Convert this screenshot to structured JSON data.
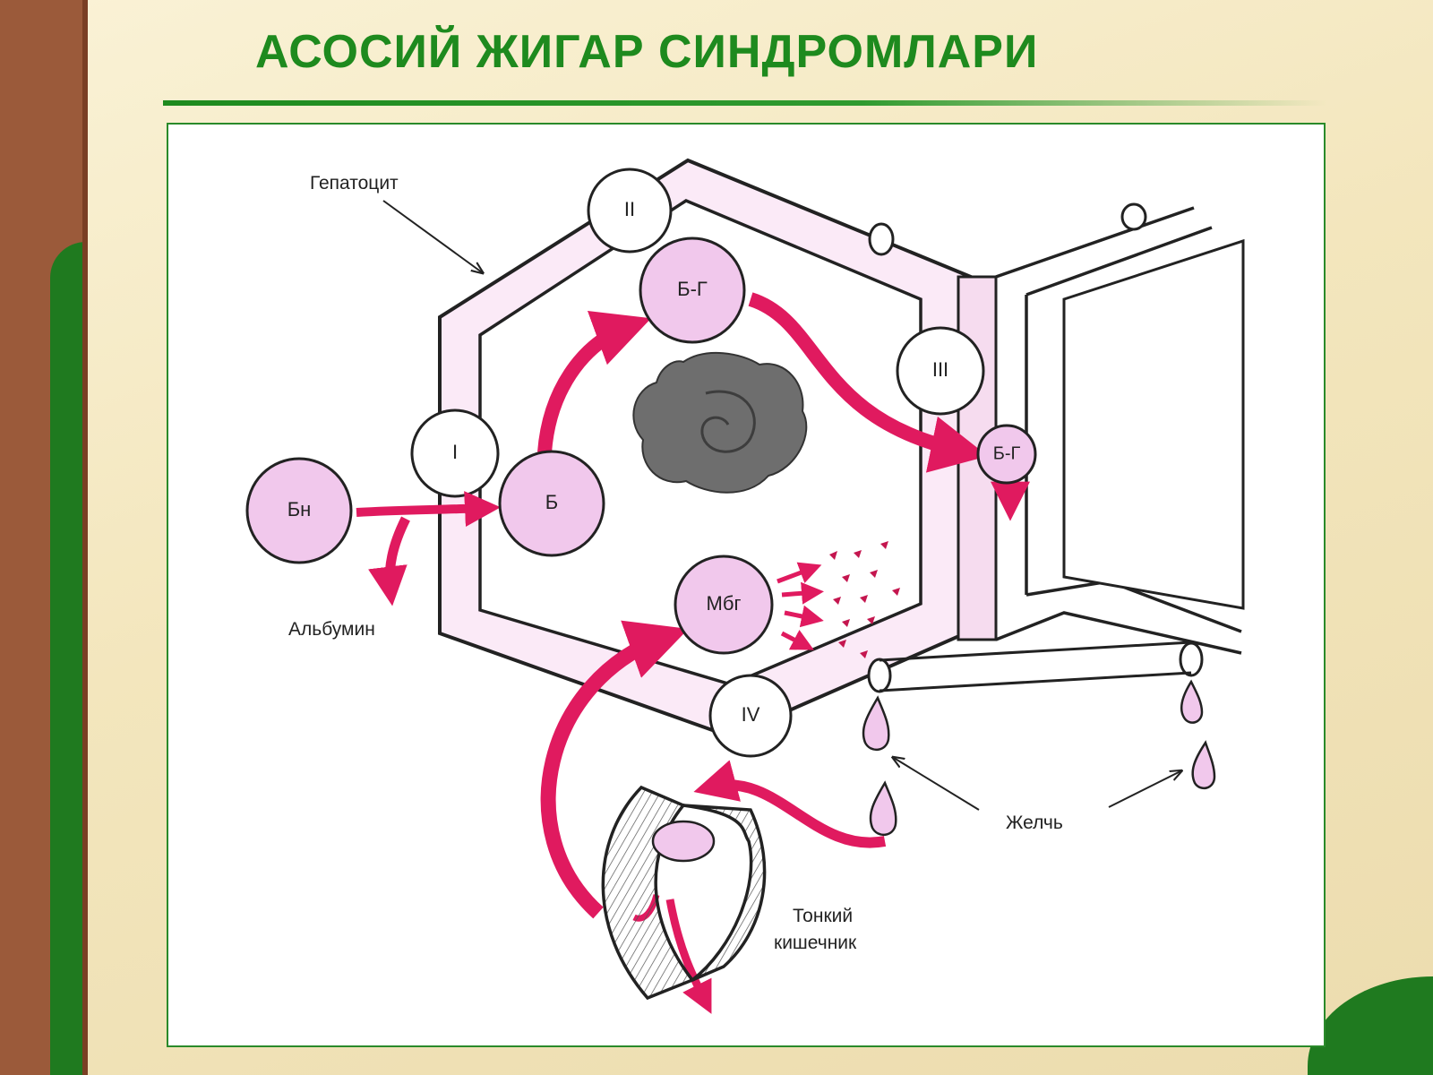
{
  "slide": {
    "title": "АСОСИЙ ЖИГАР СИНДРОМЛАРИ"
  },
  "diagram": {
    "labels": {
      "hepatocyte": "Гепатоцит",
      "albumin": "Альбумин",
      "bile": "Желчь",
      "small_intestine_line1": "Тонкий",
      "small_intestine_line2": "кишечник"
    },
    "nodes": {
      "bn": "Бн",
      "b": "Б",
      "bg_inner": "Б-Г",
      "bg_duct": "Б-Г",
      "mbg": "Мбг"
    },
    "stages": {
      "s1": "I",
      "s2": "II",
      "s3": "III",
      "s4": "IV"
    },
    "colors": {
      "arrow": "#e01a5f",
      "node_fill": "#f1c8ec",
      "nucleus": "#6e6e6e",
      "green": "#1e8a1e"
    }
  }
}
